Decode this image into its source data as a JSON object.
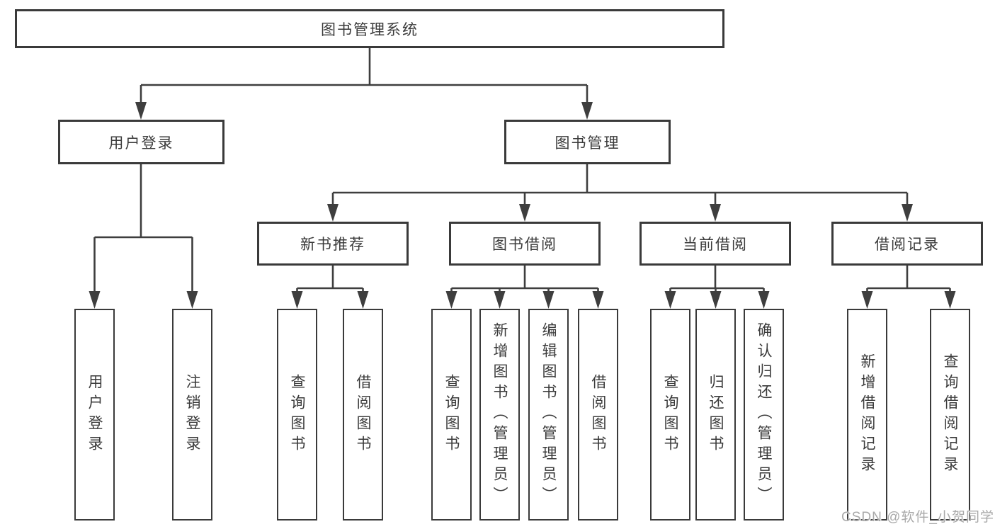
{
  "diagram": {
    "title_node": {
      "label": "图书管理系统"
    },
    "level2": [
      {
        "label": "用户登录"
      },
      {
        "label": "图书管理"
      }
    ],
    "level3": [
      {
        "label": "新书推荐"
      },
      {
        "label": "图书借阅"
      },
      {
        "label": "当前借阅"
      },
      {
        "label": "借阅记录"
      }
    ],
    "leaves": {
      "login": [
        {
          "label": "用户登录"
        },
        {
          "label": "注销登录"
        }
      ],
      "recommend": [
        {
          "label": "查询图书"
        },
        {
          "label": "借阅图书"
        }
      ],
      "borrow": [
        {
          "label": "查询图书"
        },
        {
          "label": "新增图书（管理员）"
        },
        {
          "label": "编辑图书（管理员）"
        },
        {
          "label": "借阅图书"
        }
      ],
      "current": [
        {
          "label": "查询图书"
        },
        {
          "label": "归还图书"
        },
        {
          "label": "确认归还（管理员）"
        }
      ],
      "records": [
        {
          "label": "新增借阅记录"
        },
        {
          "label": "查询借阅记录"
        }
      ]
    }
  },
  "watermark": "CSDN @软件_小贺同学",
  "colors": {
    "line": "#3e3e3e",
    "box_border": "#3a3a3a",
    "text": "#3a3a3a",
    "watermark": "#a9a9a9",
    "background": "#ffffff"
  }
}
